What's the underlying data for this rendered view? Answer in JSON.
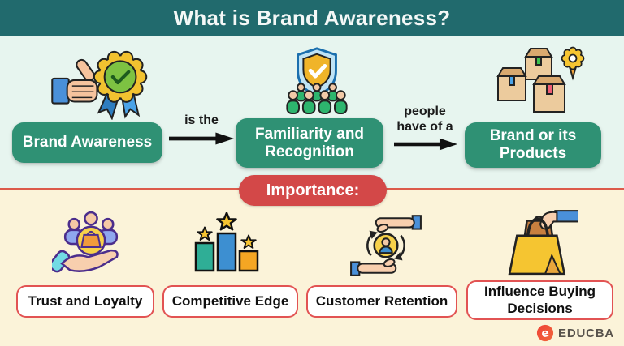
{
  "title": "What is Brand Awareness?",
  "flow": {
    "nodes": [
      {
        "label": "Brand Awareness",
        "icon": "thumbs-up-award-icon"
      },
      {
        "label": "Familiarity and Recognition",
        "icon": "shield-audience-icon"
      },
      {
        "label": "Brand or its Products",
        "icon": "product-boxes-icon"
      }
    ],
    "connectors": [
      {
        "label": "is the"
      },
      {
        "label": "people have of a"
      }
    ]
  },
  "importance_label": "Importance:",
  "benefits": [
    {
      "label": "Trust and Loyalty",
      "icon": "hand-holding-customers-icon"
    },
    {
      "label": "Competitive Edge",
      "icon": "ranking-bars-stars-icon"
    },
    {
      "label": "Customer Retention",
      "icon": "hands-retention-icon"
    },
    {
      "label": "Influence Buying Decisions",
      "icon": "shopping-bags-hand-icon"
    }
  ],
  "footer": {
    "brand": "EDUCBA",
    "logo_letter": "e"
  },
  "colors": {
    "header_bg": "#216a6d",
    "top_section_bg": "#e7f5ef",
    "bottom_section_bg": "#fbf3d9",
    "node_bg": "#2f9174",
    "importance_bg": "#d34848",
    "benefit_border": "#e25353",
    "divider": "#dc5a4a",
    "arrow": "#111111"
  }
}
